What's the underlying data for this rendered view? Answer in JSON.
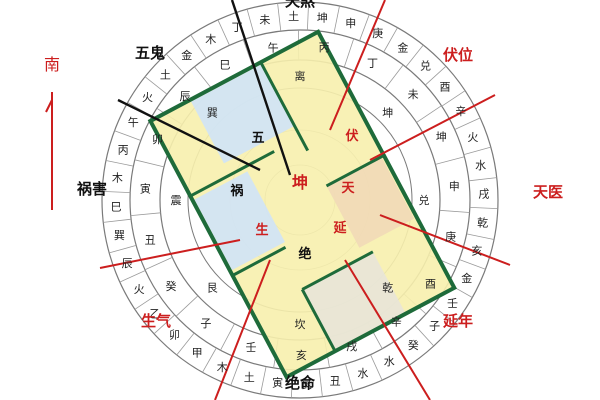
{
  "colors": {
    "red": "#cc1e1e",
    "black": "#111111",
    "floor_yellow": "#f7efad",
    "floor_blue": "#cfe3f7",
    "wall_green": "#1e6b3a",
    "ring_gray": "#7a7a7a"
  },
  "compass": {
    "south": "南"
  },
  "sectors": {
    "wugui": "五鬼",
    "fuwei": "伏位",
    "huohai": "祸害",
    "tianyi": "天医",
    "shengqi": "生气",
    "yannian": "延年",
    "jueming": "绝命",
    "top_partial": "天煞"
  },
  "center_marks": {
    "kun": "坤",
    "wu": "五",
    "huo": "祸",
    "fu": "伏",
    "tian": "天",
    "yan": "延",
    "sheng": "生",
    "jue": "绝"
  },
  "trigram_ring": [
    {
      "t": "巽"
    },
    {
      "t": "离"
    },
    {
      "t": "坤"
    },
    {
      "t": "兑"
    },
    {
      "t": "乾"
    },
    {
      "t": "坎"
    },
    {
      "t": "艮"
    },
    {
      "t": "震"
    }
  ],
  "outer_ring_labels": [
    "丁",
    "未",
    "土",
    "坤",
    "申",
    "庚",
    "金",
    "兑",
    "酉",
    "辛",
    "火",
    "水",
    "戌",
    "乾",
    "亥",
    "金",
    "壬",
    "子",
    "癸",
    "水",
    "水",
    "丑",
    "艮",
    "寅",
    "土",
    "木",
    "甲",
    "卯",
    "乙",
    "火",
    "辰",
    "巽",
    "巳",
    "木",
    "丙",
    "午",
    "火",
    "土",
    "金",
    "木"
  ],
  "inner_ring_labels": [
    "午",
    "丙",
    "丁",
    "未",
    "坤",
    "申",
    "庚",
    "酉",
    "辛",
    "戌",
    "亥",
    "壬",
    "子",
    "癸",
    "丑",
    "寅",
    "卯",
    "辰",
    "巳"
  ]
}
